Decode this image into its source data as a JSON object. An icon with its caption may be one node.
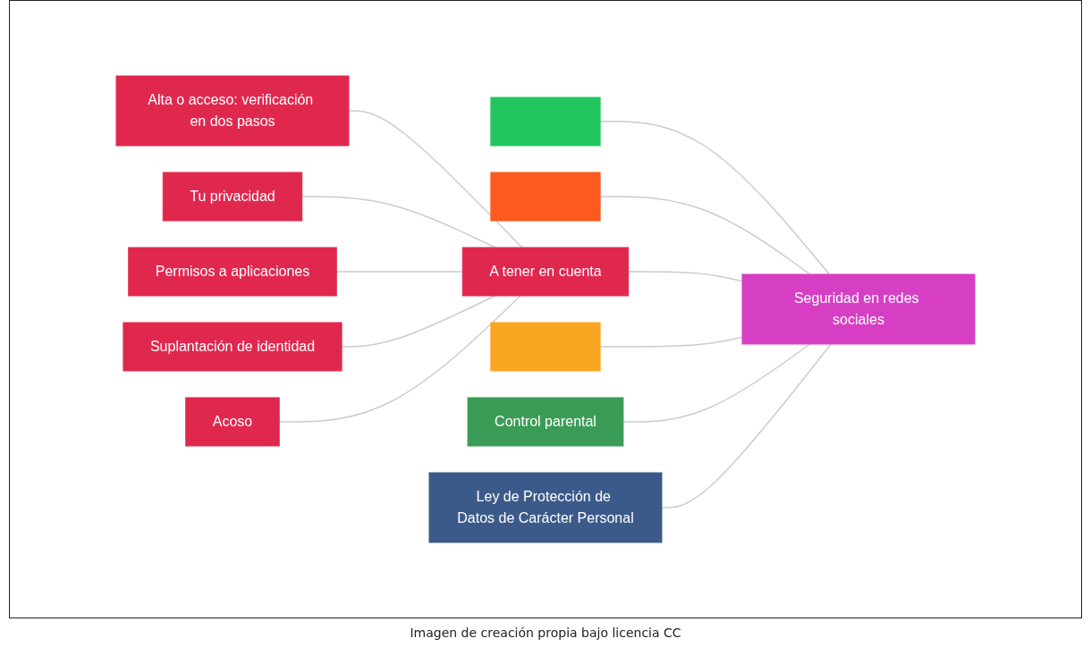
{
  "diagram": {
    "caption": "Imagen de creación propia bajo licencia CC",
    "nodes": [
      {
        "text": [
          "Seguridad en redes sociales"
        ]
      },
      {
        "text": [
          "A tener en cuenta"
        ]
      },
      {
        "text": [
          "Alta o acceso: verificación en dos pasos"
        ]
      },
      {
        "text": [
          "Tu privacidad"
        ]
      },
      {
        "text": [
          "Permisos a aplicaciones"
        ]
      },
      {
        "text": [
          "Suplantación de identidad"
        ]
      },
      {
        "text": [
          "Acoso"
        ]
      },
      {
        "text": [],
        "shape": "box"
      },
      {
        "text": [],
        "shape": "box"
      },
      {
        "text": [],
        "shape": "box"
      },
      {
        "text": [
          "Control parental"
        ]
      },
      {
        "text": [
          "Ley de Protección de Datos de Carácter Personal"
        ]
      }
    ],
    "edges": [
      {
        "from": 0,
        "to": 7,
        "arrow": "none"
      },
      {
        "from": 0,
        "to": 8,
        "arrow": "none"
      },
      {
        "from": 0,
        "to": 1,
        "arrow": "none"
      },
      {
        "from": 1,
        "to": 2,
        "arrow": "none"
      },
      {
        "from": 1,
        "to": 3,
        "arrow": "none"
      },
      {
        "from": 1,
        "to": 4,
        "arrow": "none"
      },
      {
        "from": 1,
        "to": 5,
        "arrow": "none"
      },
      {
        "from": 1,
        "to": 6,
        "arrow": "none"
      },
      {
        "from": 0,
        "to": 9,
        "arrow": "none"
      },
      {
        "from": 0,
        "to": 10,
        "arrow": "none"
      },
      {
        "from": 0,
        "to": 11,
        "arrow": "none"
      }
    ]
  }
}
